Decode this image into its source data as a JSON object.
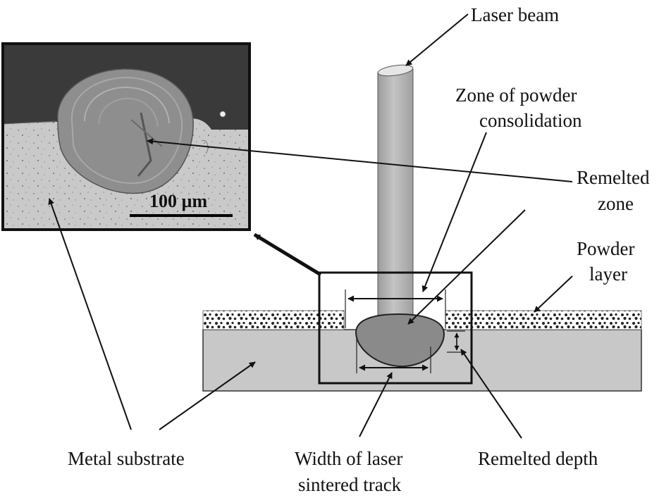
{
  "labels": {
    "laser_beam": "Laser beam",
    "zone_line1": "Zone of powder",
    "zone_line2": "consolidation",
    "remelted_zone_line1": "Remelted",
    "remelted_zone_line2": "zone",
    "powder_line1": "Powder",
    "powder_line2": "layer",
    "metal_substrate": "Metal substrate",
    "width_line1": "Width of laser",
    "width_line2": "sintered track",
    "remelted_depth": "Remelted depth"
  },
  "micrograph": {
    "scale_bar": "100 µm"
  },
  "colors": {
    "substrate": "#c8c8c8",
    "melt_pool": "#8a8a8a",
    "beam": "#b4b4b4",
    "line": "#111111"
  }
}
